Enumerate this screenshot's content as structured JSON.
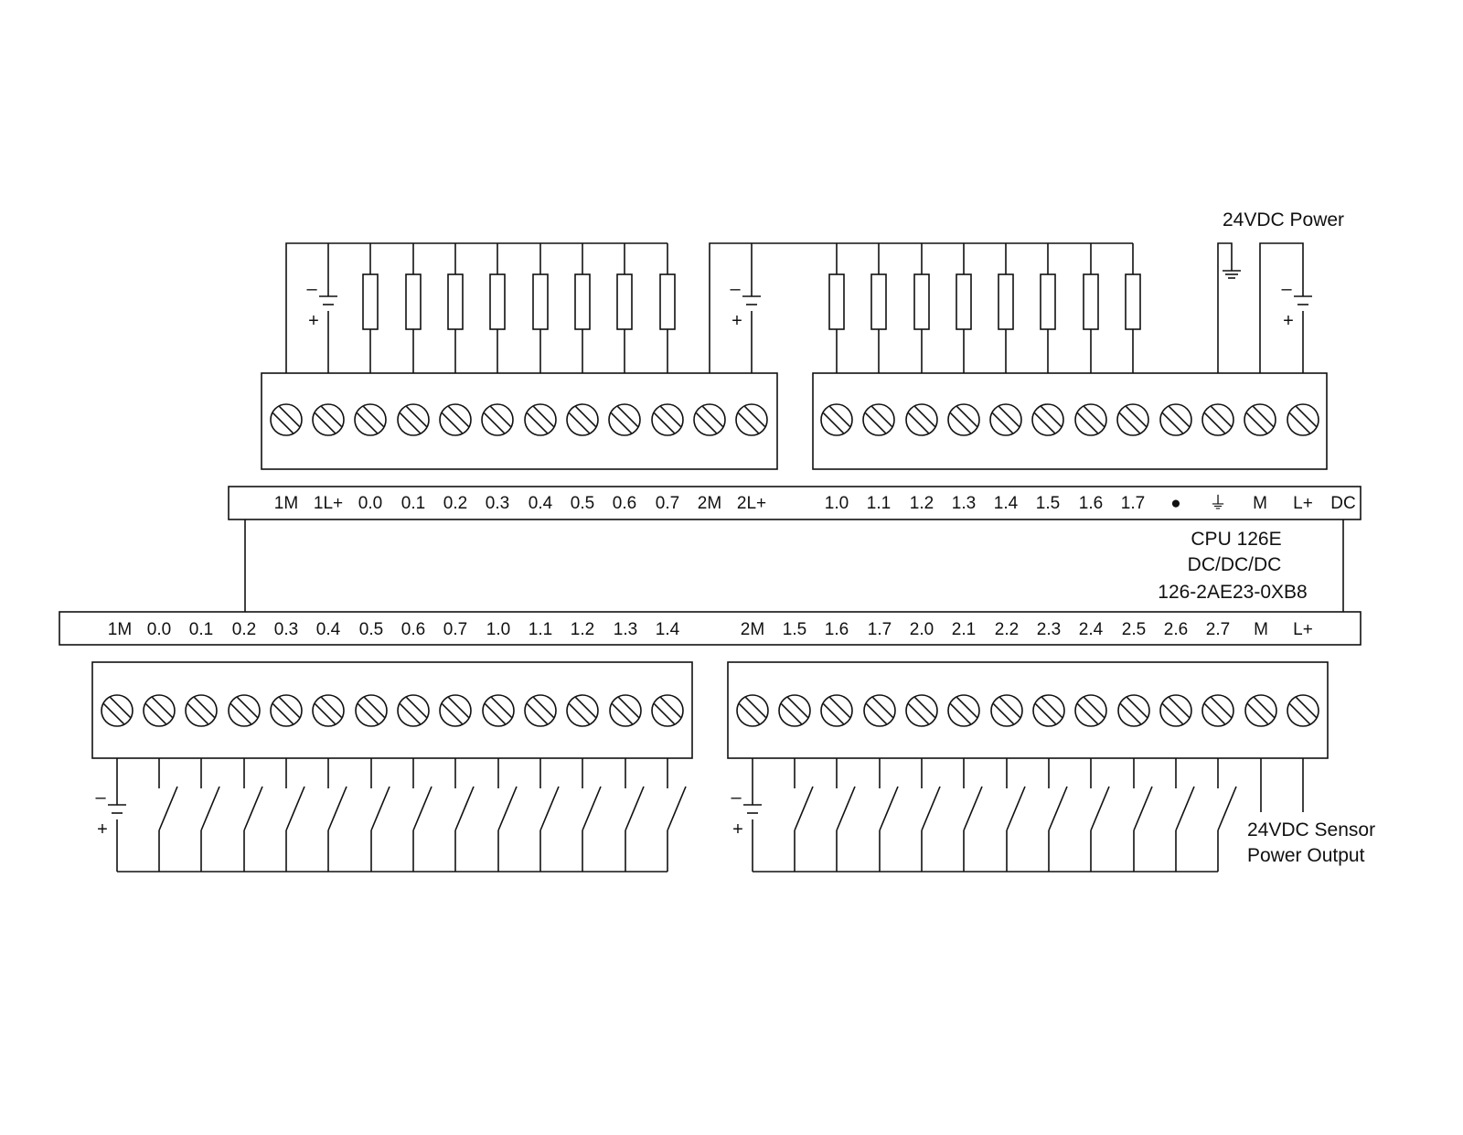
{
  "diagram": {
    "power_label": "24VDC Power",
    "cpu_name": "CPU 126E",
    "cpu_type": "DC/DC/DC",
    "cpu_part": "126-2AE23-0XB8",
    "sensor_label_line1": "24VDC Sensor",
    "sensor_label_line2": "Power Output",
    "minus_sign": "–",
    "plus_sign": "+",
    "upper_labels": [
      "1M",
      "1L+",
      "0.0",
      "0.1",
      "0.2",
      "0.3",
      "0.4",
      "0.5",
      "0.6",
      "0.7",
      "2M",
      "2L+",
      "1.0",
      "1.1",
      "1.2",
      "1.3",
      "1.4",
      "1.5",
      "1.6",
      "1.7",
      "●",
      "⏚",
      "M",
      "L+",
      "DC"
    ],
    "lower_labels": [
      "1M",
      "0.0",
      "0.1",
      "0.2",
      "0.3",
      "0.4",
      "0.5",
      "0.6",
      "0.7",
      "1.0",
      "1.1",
      "1.2",
      "1.3",
      "1.4",
      "2M",
      "1.5",
      "1.6",
      "1.7",
      "2.0",
      "2.1",
      "2.2",
      "2.3",
      "2.4",
      "2.5",
      "2.6",
      "2.7",
      "M",
      "L+"
    ],
    "icons": {
      "terminal": "screw-terminal-icon",
      "battery": "dc-source-icon",
      "load": "resistor-load-icon",
      "switch": "switch-contact-icon",
      "ground": "ground-icon"
    }
  }
}
